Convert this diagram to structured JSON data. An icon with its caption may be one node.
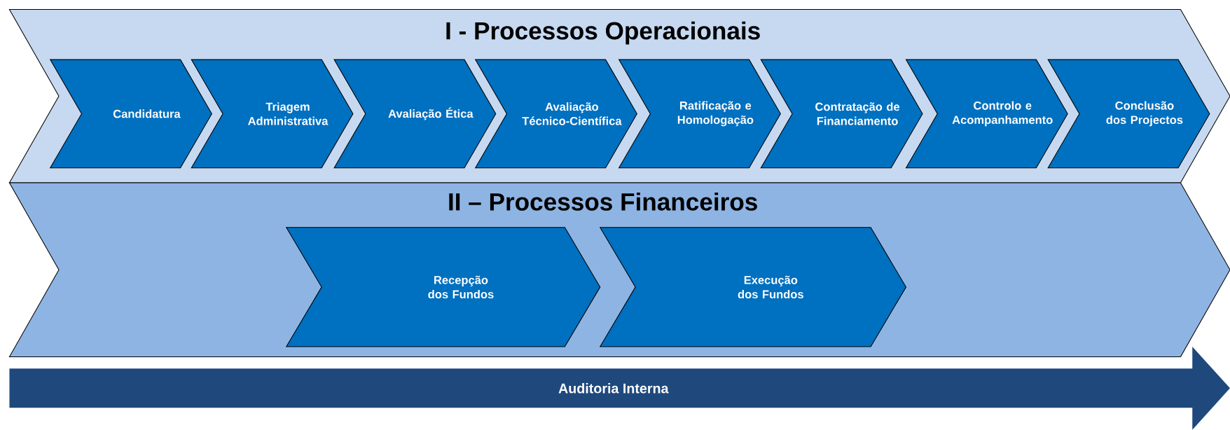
{
  "diagram": {
    "nodes": [
      {
        "text": [
          "I - Processos Operacionais"
        ]
      },
      {
        "text": [
          "Candidatura"
        ],
        "in": 0
      },
      {
        "text": [
          "Triagem Administrativa"
        ],
        "in": 0
      },
      {
        "text": [
          "Avaliação Ética"
        ],
        "in": 0
      },
      {
        "text": [
          "Avaliação Técnico-Científica"
        ],
        "in": 0
      },
      {
        "text": [
          "Ratificação e Homologação"
        ],
        "in": 0
      },
      {
        "text": [
          "Contratação de Financiamento"
        ],
        "in": 0
      },
      {
        "text": [
          "Controlo e Acompanhamento"
        ],
        "in": 0
      },
      {
        "text": [
          "Conclusão dos Projectos"
        ],
        "in": 0
      },
      {
        "text": [
          "II – Processos Financeiros"
        ]
      },
      {
        "text": [
          "Recepção dos Fundos"
        ],
        "in": 9
      },
      {
        "text": [
          "Execução dos Fundos"
        ],
        "in": 9
      },
      {
        "text": [
          "Auditoria Interna"
        ]
      }
    ]
  }
}
